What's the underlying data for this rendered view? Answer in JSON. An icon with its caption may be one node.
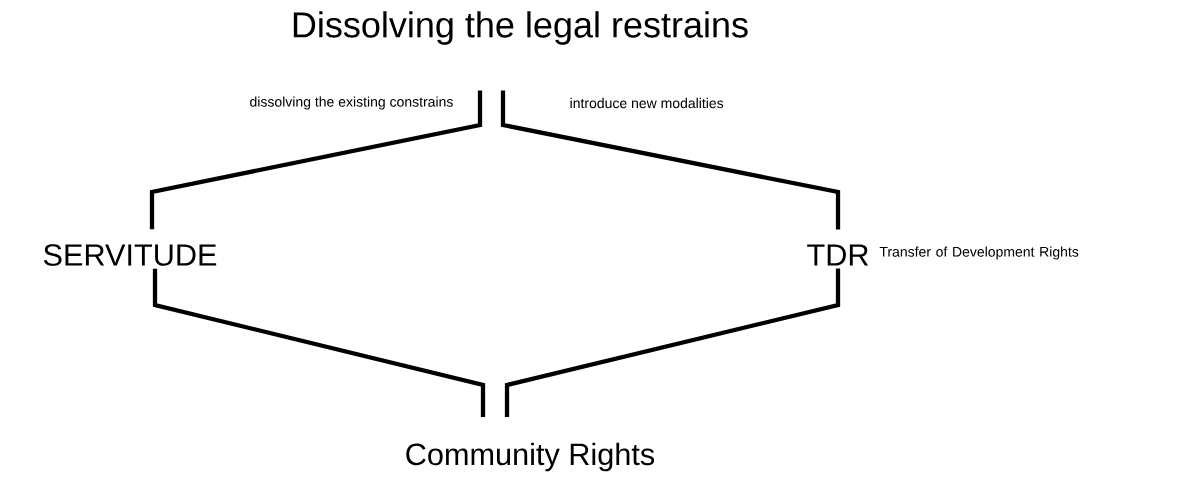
{
  "diagram": {
    "nodes": [
      {
        "text": [
          "Dissolving the legal restrains"
        ]
      },
      {
        "text": [
          "SERVITUDE"
        ]
      },
      {
        "text": [
          "TDR"
        ],
        "beside": [
          "Transfer of Development Rights"
        ]
      },
      {
        "text": [
          "Community Rights"
        ]
      }
    ],
    "edges": [
      {
        "from": 0,
        "to": 1,
        "arrow": "none",
        "label": "dissolving the existing constrains"
      },
      {
        "from": 0,
        "to": 2,
        "arrow": "none",
        "label": "introduce new modalities"
      },
      {
        "from": 1,
        "to": 3,
        "arrow": "none"
      },
      {
        "from": 2,
        "to": 3,
        "arrow": "none"
      }
    ]
  }
}
